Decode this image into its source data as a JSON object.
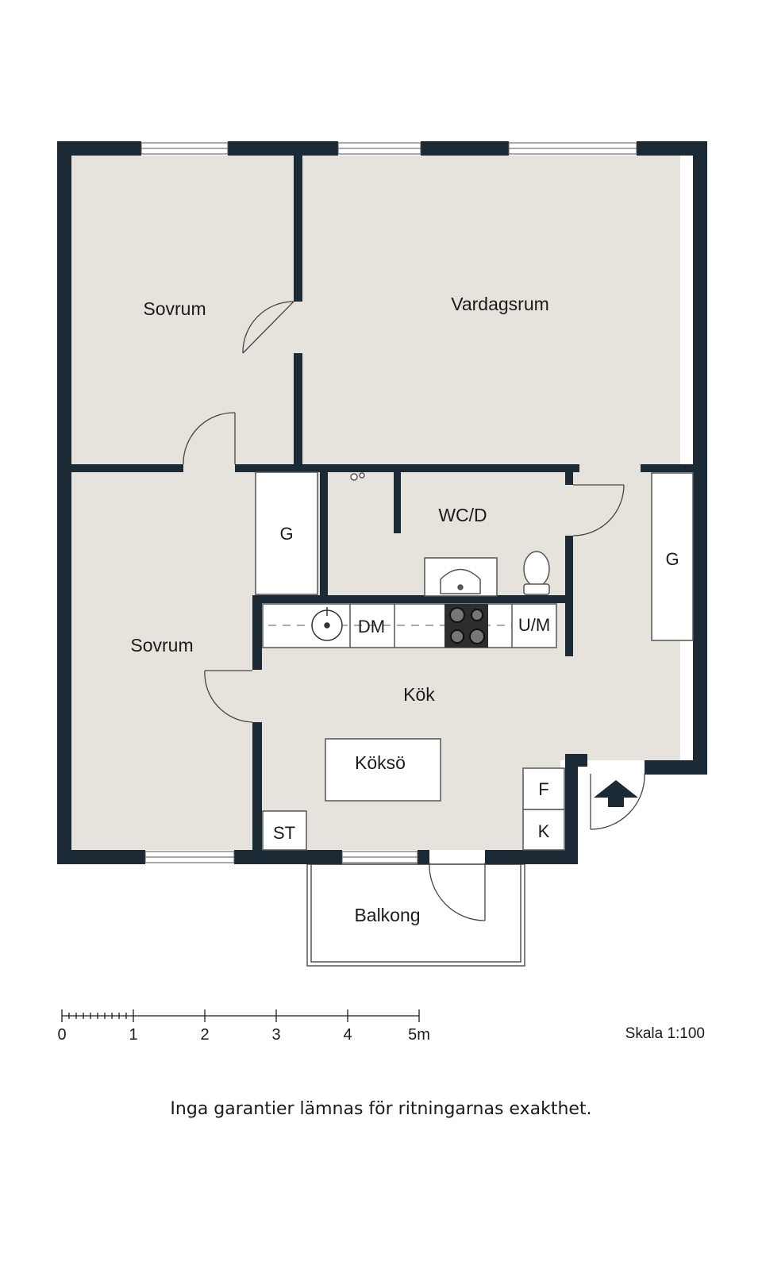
{
  "rooms": {
    "sovrum_top": "Sovrum",
    "vardagsrum": "Vardagsrum",
    "wc": "WC/D",
    "sovrum_bottom": "Sovrum",
    "kok": "Kök",
    "koksö": "Köksö",
    "balkong": "Balkong"
  },
  "fixtures": {
    "g_closet_left": "G",
    "g_closet_right": "G",
    "dm": "DM",
    "um": "U/M",
    "f": "F",
    "k": "K",
    "st": "ST"
  },
  "scale": {
    "ticks": [
      "0",
      "1",
      "2",
      "3",
      "4",
      "5m"
    ],
    "label": "Skala 1:100"
  },
  "disclaimer": "Inga garantier lämnas för ritningarnas exakthet.",
  "colors": {
    "wall": "#1c2a35",
    "floor": "#e6e3dc",
    "background": "#ffffff"
  },
  "icons": [
    "entrance-arrow-icon",
    "sink-icon",
    "toilet-icon",
    "stove-icon",
    "kitchen-sink-icon"
  ]
}
